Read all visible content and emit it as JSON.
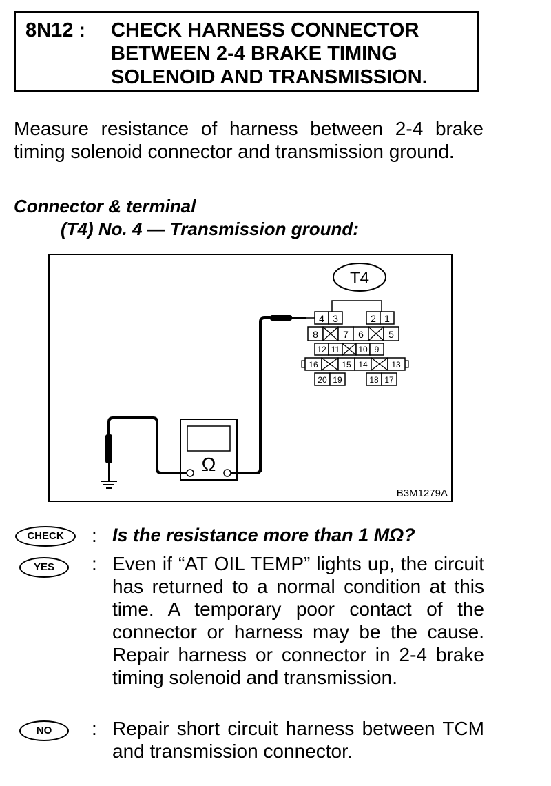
{
  "header": {
    "code": "8N12 :",
    "title": "CHECK HARNESS CONNECTOR\nBETWEEN 2-4 BRAKE TIMING\nSOLENOID AND TRANSMISSION."
  },
  "intro": "Measure resistance of harness between 2-4 brake timing solenoid connector and transmission ground.",
  "connector": {
    "heading": "Connector & terminal",
    "sub": "(T4) No. 4 — Transmission ground:"
  },
  "diagram": {
    "connector_label": "T4",
    "meter_symbol": "Ω",
    "figure_id": "B3M1279A",
    "terminals": {
      "row1": [
        "4",
        "3",
        "2",
        "1"
      ],
      "row2": [
        "8",
        "7",
        "6",
        "5"
      ],
      "row3": [
        "12",
        "11",
        "10",
        "9"
      ],
      "row4": [
        "16",
        "15",
        "14",
        "13"
      ],
      "row5": [
        "20",
        "19",
        "18",
        "17"
      ]
    }
  },
  "check": {
    "badge": "CHECK",
    "question": "Is the resistance more than 1 MΩ?"
  },
  "yes": {
    "badge": "YES",
    "text": "Even if “AT OIL TEMP” lights up, the circuit has returned to a normal condition at this time. A temporary poor contact of the connector or harness may be the cause. Repair harness or connector in 2-4 brake timing solenoid and transmission."
  },
  "no": {
    "badge": "NO",
    "text": "Repair short circuit harness between TCM and transmission connector."
  },
  "colon": ":"
}
